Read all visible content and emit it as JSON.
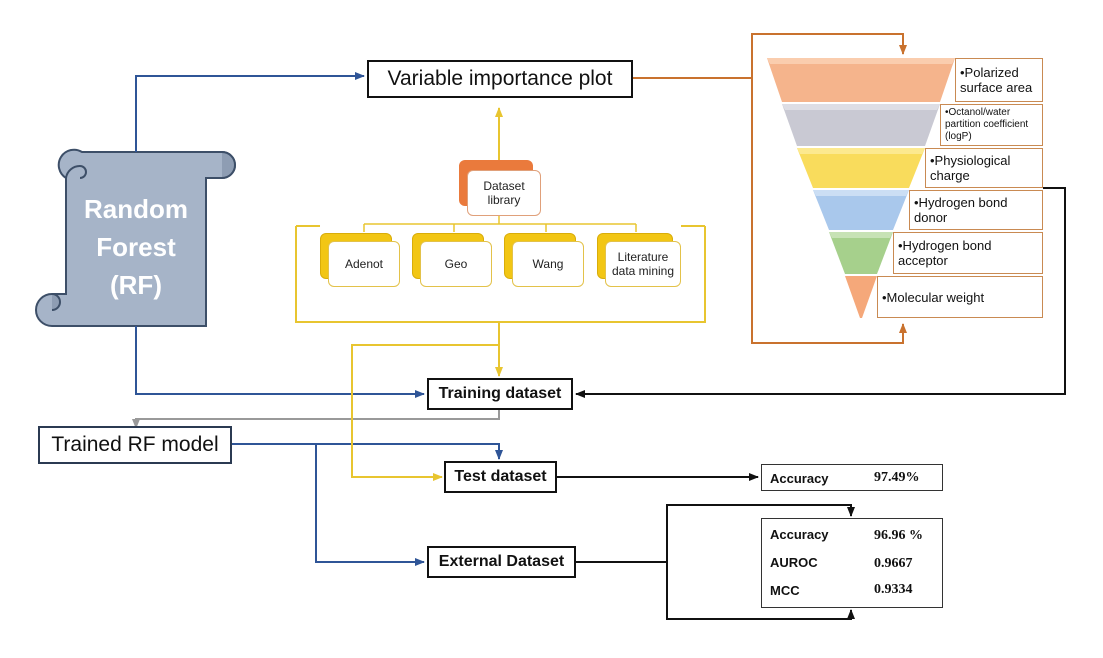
{
  "scroll": {
    "line1": "Random",
    "line2": "Forest",
    "line3": "(RF)"
  },
  "nodes": {
    "variable_importance": "Variable importance plot",
    "dataset_library": "Dataset library",
    "training_dataset": "Training dataset",
    "trained_model": "Trained RF model",
    "test_dataset": "Test dataset",
    "external_dataset": "External Dataset"
  },
  "datasets": [
    "Adenot",
    "Geo",
    "Wang",
    "Literature data mining"
  ],
  "features": [
    {
      "label": "•Polarized surface area",
      "color": "#f5b48c"
    },
    {
      "label": "•Octanol/water partition coefficient (logP)",
      "color": "#c9c9d3"
    },
    {
      "label": "•Physiological charge",
      "color": "#f9dc5c"
    },
    {
      "label": "•Hydrogen bond donor",
      "color": "#a9c8ec"
    },
    {
      "label": "•Hydrogen bond acceptor",
      "color": "#a6d08c"
    },
    {
      "label": "•Molecular weight",
      "color": "#f5a87a"
    }
  ],
  "test_metrics": [
    {
      "label": "Accuracy",
      "value": "97.49%"
    }
  ],
  "external_metrics": [
    {
      "label": "Accuracy",
      "value": "96.96 %"
    },
    {
      "label": "AUROC",
      "value": "0.9667"
    },
    {
      "label": "MCC",
      "value": "0.9334"
    }
  ],
  "colors": {
    "blue_arrow": "#2f5597",
    "yellow_arrow": "#e8c530",
    "orange_arrow": "#c9722e",
    "gray_arrow": "#999999",
    "black_arrow": "#111111",
    "scroll_fill": "#a6b4c8",
    "scroll_stroke": "#3d4f68"
  }
}
